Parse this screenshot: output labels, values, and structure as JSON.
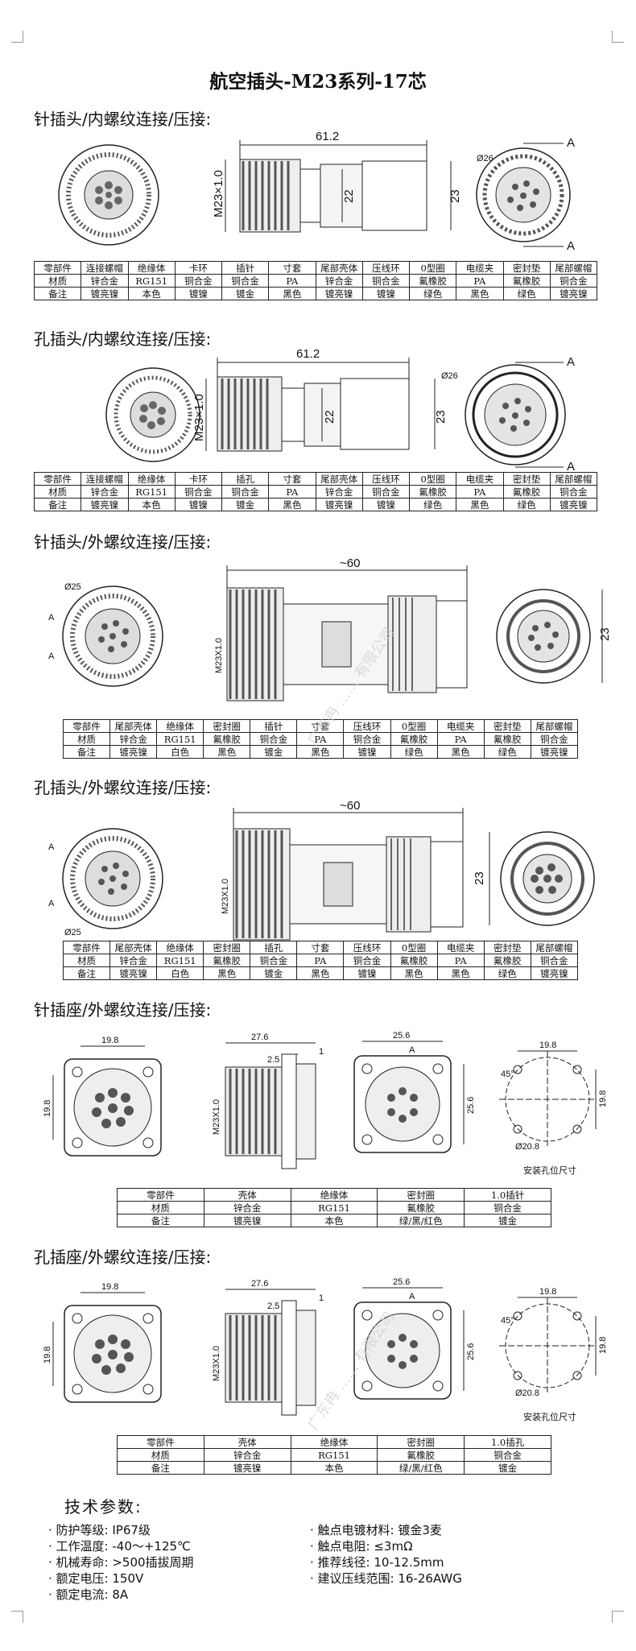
{
  "title": "航空插头-M23系列-17芯",
  "watermark": "广东冉 …… 有限公司",
  "sections": [
    {
      "heading": "针插头/内螺纹连接/压接:",
      "dims": [
        "61.2",
        "M23×1.0",
        "22",
        "23",
        "Ø26",
        "A",
        "A"
      ],
      "table": [
        [
          "零部件",
          "连接螺帽",
          "绝缘体",
          "卡环",
          "插针",
          "寸套",
          "尾部壳体",
          "压线环",
          "0型圈",
          "电缆夹",
          "密封垫",
          "尾部螺帽"
        ],
        [
          "材质",
          "锌合金",
          "RG151",
          "铜合金",
          "铜合金",
          "PA",
          "锌合金",
          "铜合金",
          "氟橡胶",
          "PA",
          "氟橡胶",
          "铜合金"
        ],
        [
          "备注",
          "镀亮镍",
          "本色",
          "镀镍",
          "镀金",
          "黑色",
          "镀亮镍",
          "镀镍",
          "绿色",
          "黑色",
          "绿色",
          "镀亮镍"
        ]
      ]
    },
    {
      "heading": "孔插头/内螺纹连接/压接:",
      "dims": [
        "61.2",
        "M23×1.0",
        "22",
        "23",
        "Ø26",
        "A",
        "A"
      ],
      "table": [
        [
          "零部件",
          "连接螺帽",
          "绝缘体",
          "卡环",
          "插孔",
          "寸套",
          "尾部壳体",
          "压线环",
          "0型圈",
          "电缆夹",
          "密封垫",
          "尾部螺帽"
        ],
        [
          "材质",
          "锌合金",
          "RG151",
          "铜合金",
          "铜合金",
          "PA",
          "锌合金",
          "铜合金",
          "氟橡胶",
          "PA",
          "氟橡胶",
          "铜合金"
        ],
        [
          "备注",
          "镀亮镍",
          "本色",
          "镀镍",
          "镀金",
          "黑色",
          "镀亮镍",
          "镀镍",
          "绿色",
          "黑色",
          "绿色",
          "镀亮镍"
        ]
      ]
    },
    {
      "heading": "针插头/外螺纹连接/压接:",
      "dims": [
        "~60",
        "M23X1.0",
        "Ø25",
        "A",
        "23"
      ],
      "table": [
        [
          "零部件",
          "尾部壳体",
          "绝缘体",
          "密封圈",
          "插针",
          "寸套",
          "压线环",
          "0型圈",
          "电缆夹",
          "密封垫",
          "尾部螺帽"
        ],
        [
          "材质",
          "锌合金",
          "RG151",
          "氟橡胶",
          "铜合金",
          "PA",
          "铜合金",
          "氟橡胶",
          "PA",
          "氟橡胶",
          "铜合金"
        ],
        [
          "备注",
          "镀亮镍",
          "白色",
          "黑色",
          "镀金",
          "黑色",
          "镀镍",
          "绿色",
          "黑色",
          "绿色",
          "镀亮镍"
        ]
      ]
    },
    {
      "heading": "孔插头/外螺纹连接/压接:",
      "dims": [
        "~60",
        "M23X1.0",
        "Ø25",
        "A",
        "23"
      ],
      "table": [
        [
          "零部件",
          "尾部壳体",
          "绝缘体",
          "密封圈",
          "插孔",
          "寸套",
          "压线环",
          "0型圈",
          "电缆夹",
          "密封垫",
          "尾部螺帽"
        ],
        [
          "材质",
          "锌合金",
          "RG151",
          "氟橡胶",
          "铜合金",
          "PA",
          "铜合金",
          "氟橡胶",
          "PA",
          "氟橡胶",
          "铜合金"
        ],
        [
          "备注",
          "镀亮镍",
          "白色",
          "黑色",
          "镀金",
          "黑色",
          "镀镍",
          "黑色",
          "黑色",
          "绿色",
          "镀亮镍"
        ]
      ]
    },
    {
      "heading": "针插座/外螺纹连接/压接:",
      "dims": [
        "19.8",
        "27.6",
        "2.5",
        "1",
        "M23X1.0",
        "25.6",
        "A",
        "45°",
        "Ø20.8",
        "安装孔位尺寸"
      ],
      "table": [
        [
          "零部件",
          "壳体",
          "绝缘体",
          "密封圈",
          "1.0插针"
        ],
        [
          "材质",
          "锌合金",
          "RG151",
          "氟橡胶",
          "铜合金"
        ],
        [
          "备注",
          "镀亮镍",
          "本色",
          "绿/黑/红色",
          "镀金"
        ]
      ]
    },
    {
      "heading": "孔插座/外螺纹连接/压接:",
      "dims": [
        "19.8",
        "27.6",
        "2.5",
        "1",
        "M23X1.0",
        "25.6",
        "A",
        "45°",
        "Ø20.8",
        "安装孔位尺寸"
      ],
      "table": [
        [
          "零部件",
          "壳体",
          "绝缘体",
          "密封圈",
          "1.0插孔"
        ],
        [
          "材质",
          "锌合金",
          "RG151",
          "氟橡胶",
          "铜合金"
        ],
        [
          "备注",
          "镀亮镍",
          "本色",
          "绿/黑/红色",
          "镀金"
        ]
      ]
    }
  ],
  "tech": {
    "title": "技术参数:",
    "left": [
      "· 防护等级: IP67级",
      "· 工作温度: -40～+125℃",
      "· 机械寿命: >500插拔周期",
      "· 额定电压: 150V",
      "· 额定电流: 8A"
    ],
    "right": [
      "· 触点电镀材料: 镀金3麦",
      "· 触点电阻: ≤3mΩ",
      "· 推荐线径: 10-12.5mm",
      "· 建议压线范围: 16-26AWG"
    ]
  }
}
